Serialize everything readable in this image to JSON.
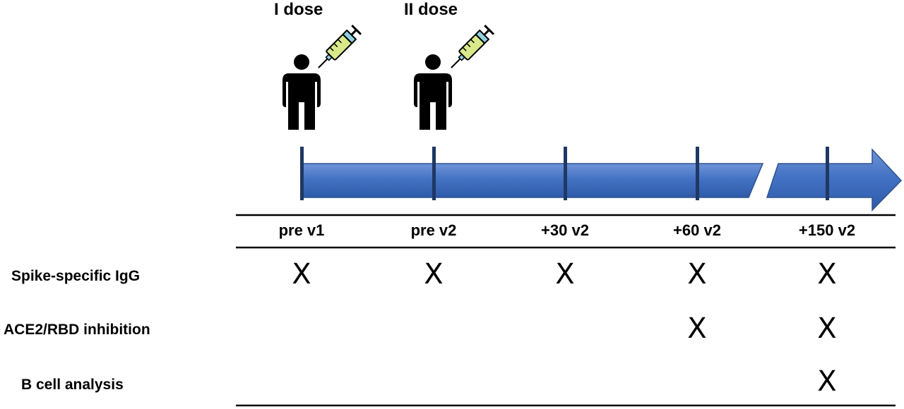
{
  "doses": [
    {
      "label": "I dose",
      "timepoint_index": 0
    },
    {
      "label": "II dose",
      "timepoint_index": 1
    }
  ],
  "timepoints": [
    "pre v1",
    "pre v2",
    "+30 v2",
    "+60 v2",
    "+150 v2"
  ],
  "assays": [
    {
      "label": "Spike-specific IgG",
      "marks": [
        true,
        true,
        true,
        true,
        true
      ]
    },
    {
      "label": "ACE2/RBD inhibition",
      "marks": [
        false,
        false,
        false,
        true,
        true
      ]
    },
    {
      "label": "B cell analysis",
      "marks": [
        false,
        false,
        false,
        false,
        true
      ]
    }
  ],
  "mark_symbol": "X",
  "colors": {
    "arrow_fill": "#4472c4",
    "arrow_edge": "#2f528f",
    "tick": "#1f3864",
    "syringe_barrel": "#d9e98a",
    "syringe_cap": "#8fd0e0",
    "text": "#000000"
  },
  "icons": {
    "person": "person-icon",
    "syringe": "syringe-icon"
  }
}
